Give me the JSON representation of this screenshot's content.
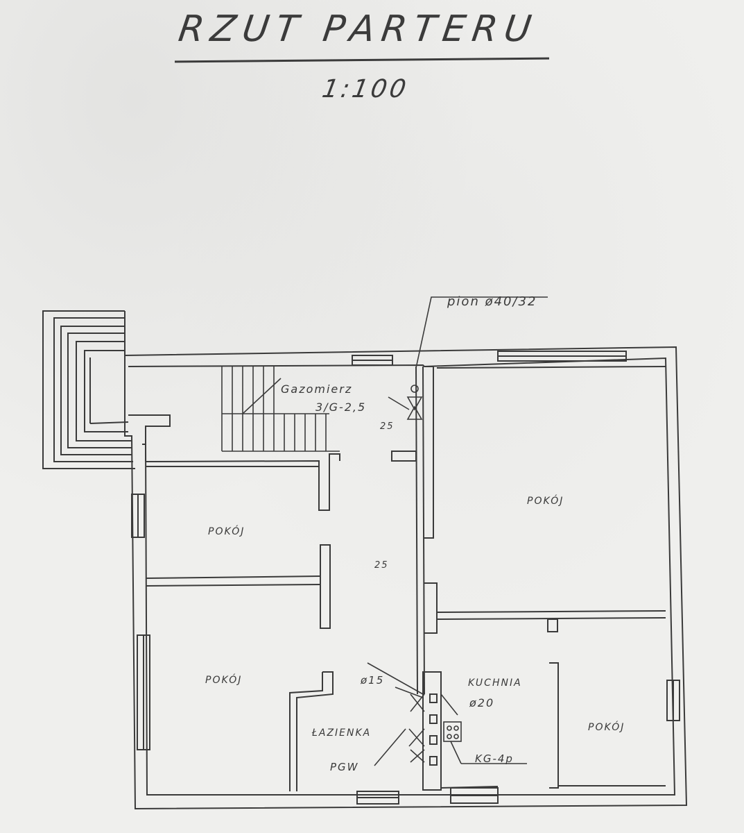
{
  "title": "RZUT PARTERU",
  "scale": "1:100",
  "labels": {
    "riser": "pion ø40/32",
    "gas_meter": "Gazomierz",
    "gas_meter_code": "3/G-2,5",
    "room_upper_left": "POKÓJ",
    "room_upper_right": "POKÓJ",
    "room_lower_left": "POKÓJ",
    "room_lower_right": "POKÓJ",
    "kitchen": "KUCHNIA",
    "kitchen_pipe": "ø20",
    "bathroom": "ŁAZIENKA",
    "bathroom_pipe": "ø15",
    "heater": "PGW",
    "stove": "KG-4p",
    "pipe_mark": "25"
  }
}
